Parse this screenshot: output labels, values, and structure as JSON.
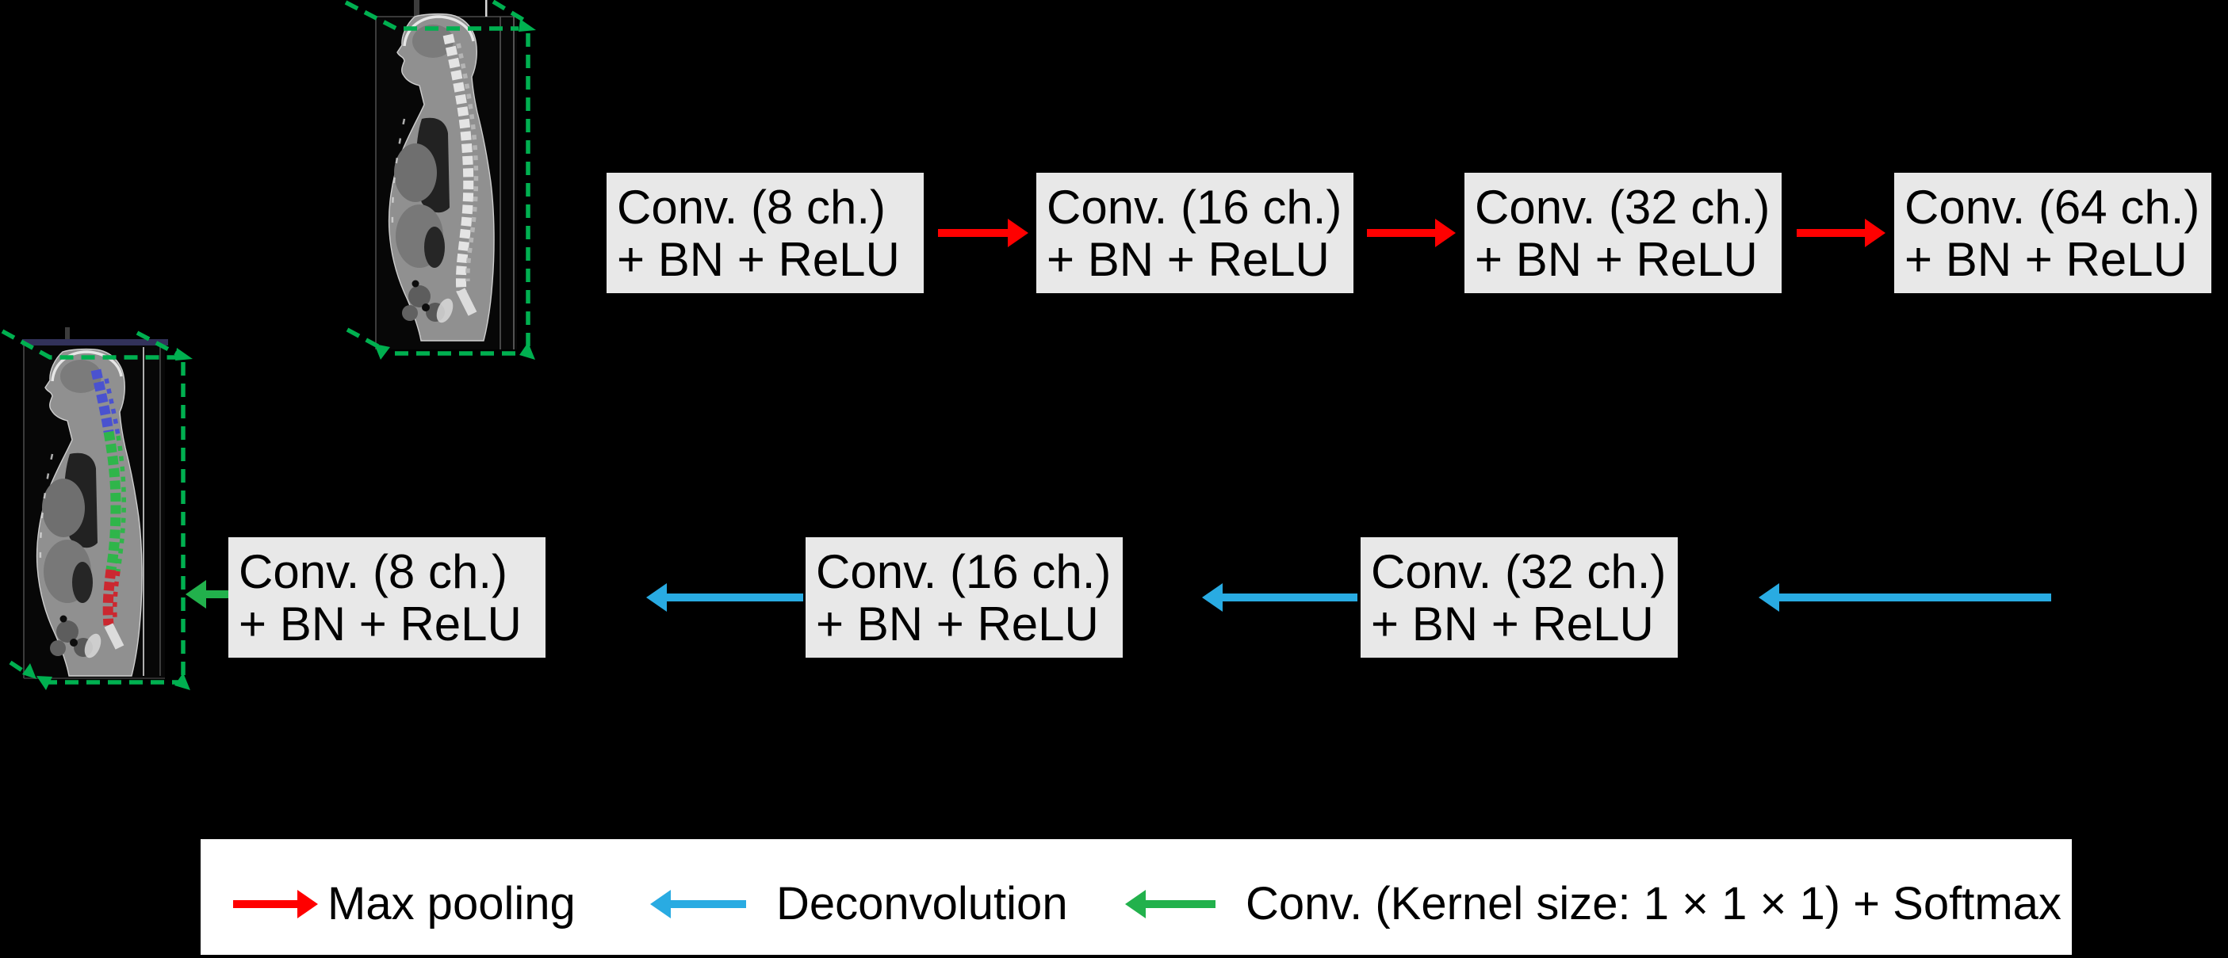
{
  "colors": {
    "red": "#ff0000",
    "blue": "#29abe2",
    "green": "#22b14c",
    "dash_green": "#00b050",
    "box_fill": "#e8e8e8",
    "box_text": "#000000",
    "legend_bg": "#ffffff",
    "canvas_bg": "#000000",
    "seg_cervical": "#4a52cf",
    "seg_thoracic": "#2fb54a",
    "seg_lumbar": "#cb2830",
    "navy_bar": "#32325a"
  },
  "network": {
    "encoder_boxes": [
      {
        "line1": "Conv. (8 ch.)",
        "line2": "+ BN + ReLU"
      },
      {
        "line1": "Conv. (16 ch.)",
        "line2": "+ BN + ReLU"
      },
      {
        "line1": "Conv. (32 ch.)",
        "line2": "+ BN + ReLU"
      },
      {
        "line1": "Conv. (64 ch.)",
        "line2": "+ BN + ReLU"
      }
    ],
    "decoder_boxes": [
      {
        "line1": "Conv. (8 ch.)",
        "line2": "+ BN + ReLU"
      },
      {
        "line1": "Conv. (16 ch.)",
        "line2": "+ BN + ReLU"
      },
      {
        "line1": "Conv. (32 ch.)",
        "line2": "+ BN + ReLU"
      }
    ]
  },
  "legend": {
    "items": [
      {
        "label": "Max pooling"
      },
      {
        "label": "Deconvolution"
      },
      {
        "label": "Conv. (Kernel size: 1 × 1 × 1) + Softmax"
      }
    ]
  },
  "images": {
    "input": "sagittal-ct-volume",
    "output": "sagittal-ct-volume-with-vertebra-segmentation"
  }
}
